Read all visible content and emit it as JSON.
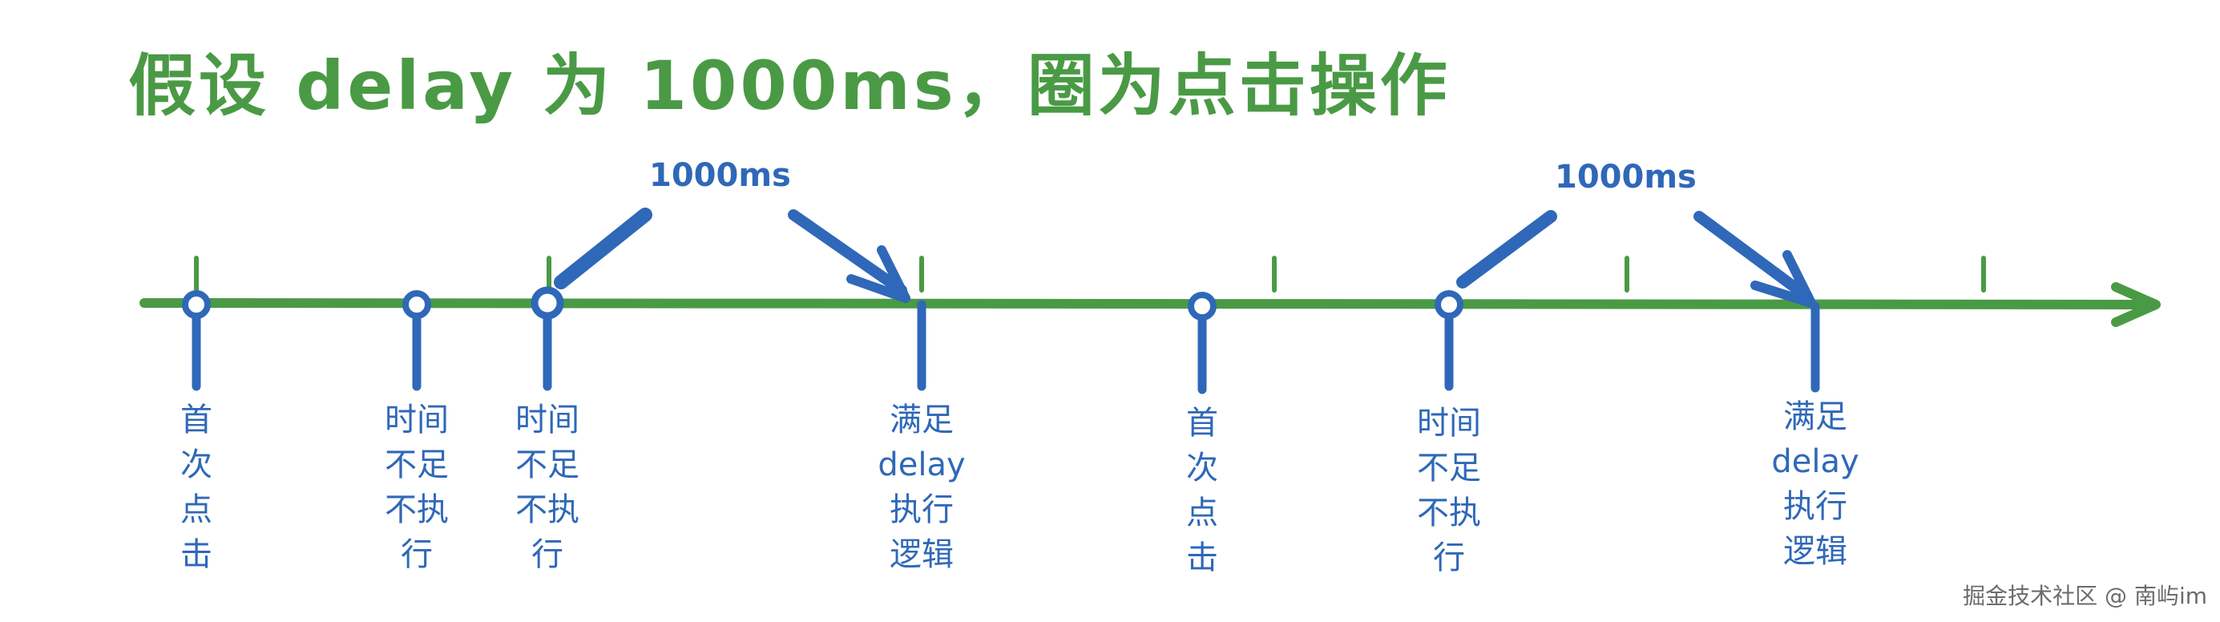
{
  "title": "假设 delay 为 1000ms，圈为点击操作",
  "interval_labels": [
    "1000ms",
    "1000ms"
  ],
  "events": [
    {
      "lines": [
        "首",
        "次",
        "点",
        "击"
      ]
    },
    {
      "lines": [
        "时间",
        "不足",
        "不执",
        "行"
      ]
    },
    {
      "lines": [
        "时间",
        "不足",
        "不执",
        "行"
      ]
    },
    {
      "lines": [
        "满足",
        "delay",
        "执行",
        "逻辑"
      ]
    },
    {
      "lines": [
        "首",
        "次",
        "点",
        "击"
      ]
    },
    {
      "lines": [
        "时间",
        "不足",
        "不执",
        "行"
      ]
    },
    {
      "lines": [
        "满足",
        "delay",
        "执行",
        "逻辑"
      ]
    }
  ],
  "watermark": "掘金技术社区 @ 南屿im",
  "colors": {
    "timeline": "#4a9a45",
    "markers": "#2f68b8",
    "title": "#4a9a45"
  }
}
